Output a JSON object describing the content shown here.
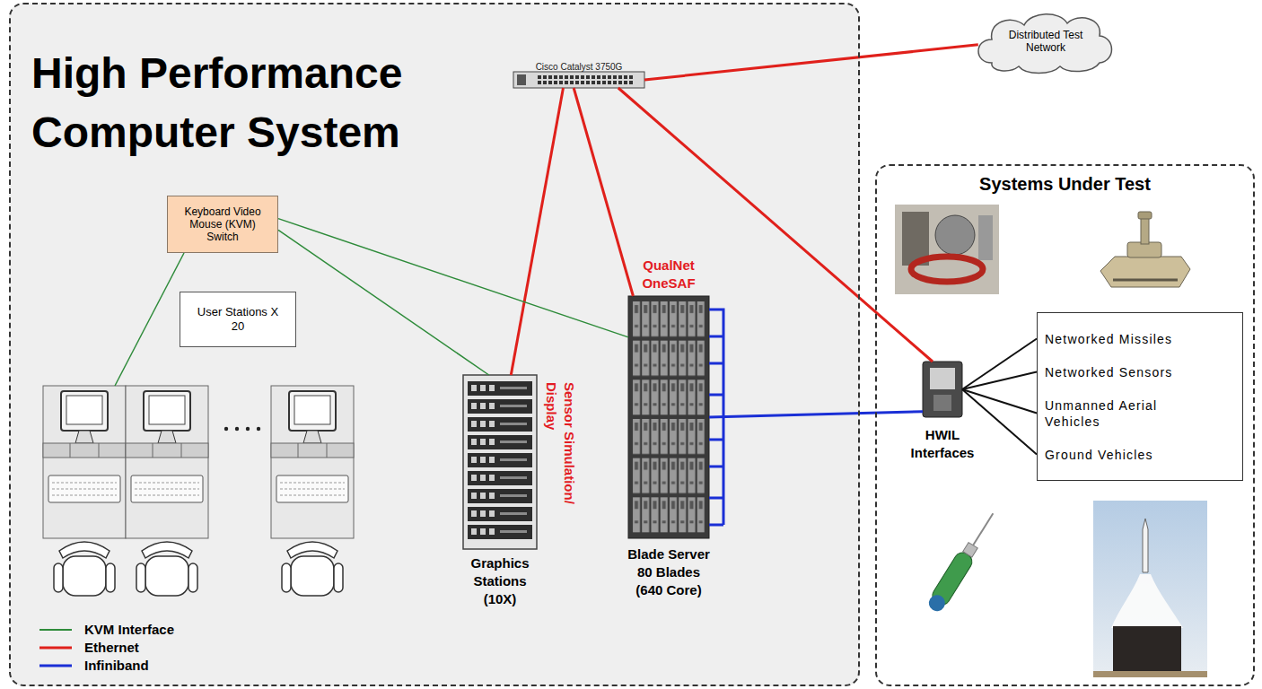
{
  "diagram": {
    "nodes": [
      {
        "text": [
          "High Performance Computer System"
        ]
      },
      {
        "text": [
          "Cisco Catalyst 3750G"
        ],
        "in": 0
      },
      {
        "text": [
          "Keyboard Video Mouse (KVM) Switch"
        ],
        "in": 0
      },
      {
        "text": [
          "User Stations X 20"
        ],
        "in": 0
      },
      {
        "text": [
          "Sensor Simulation/ Display",
          "Graphics Stations (10X)"
        ],
        "in": 0
      },
      {
        "text": [
          "QualNet OneSAF",
          "Blade Server 80 Blades (640 Core)"
        ],
        "in": 0
      },
      {
        "text": [
          "Distributed Test Network"
        ]
      },
      {
        "text": [
          "Systems Under Test"
        ]
      },
      {
        "text": [
          "HWIL Interfaces"
        ],
        "in": 7
      },
      {
        "text": [
          "Networked Missiles",
          "Networked Sensors",
          "Unmanned Aerial Vehicles",
          "Ground Vehicles"
        ],
        "in": 7
      }
    ],
    "edges": [
      {
        "from": 1,
        "to": 6,
        "arrow": "none"
      },
      {
        "from": 1,
        "to": 4,
        "arrow": "none"
      },
      {
        "from": 1,
        "to": 5,
        "arrow": "none"
      },
      {
        "from": 1,
        "to": 8,
        "arrow": "none"
      },
      {
        "from": 2,
        "to": 4,
        "arrow": "none"
      },
      {
        "from": 2,
        "to": 5,
        "arrow": "none"
      },
      {
        "from": 5,
        "to": 8,
        "arrow": "none"
      },
      {
        "from": 8,
        "to": 9,
        "arrow": "none"
      },
      {
        "from": 8,
        "to": 9,
        "arrow": "none"
      },
      {
        "from": 8,
        "to": 9,
        "arrow": "none"
      },
      {
        "from": 8,
        "to": 9,
        "arrow": "none"
      }
    ],
    "legend": [
      {
        "text": "KVM Interface"
      },
      {
        "text": "Ethernet"
      },
      {
        "text": "Infiniband"
      }
    ]
  }
}
